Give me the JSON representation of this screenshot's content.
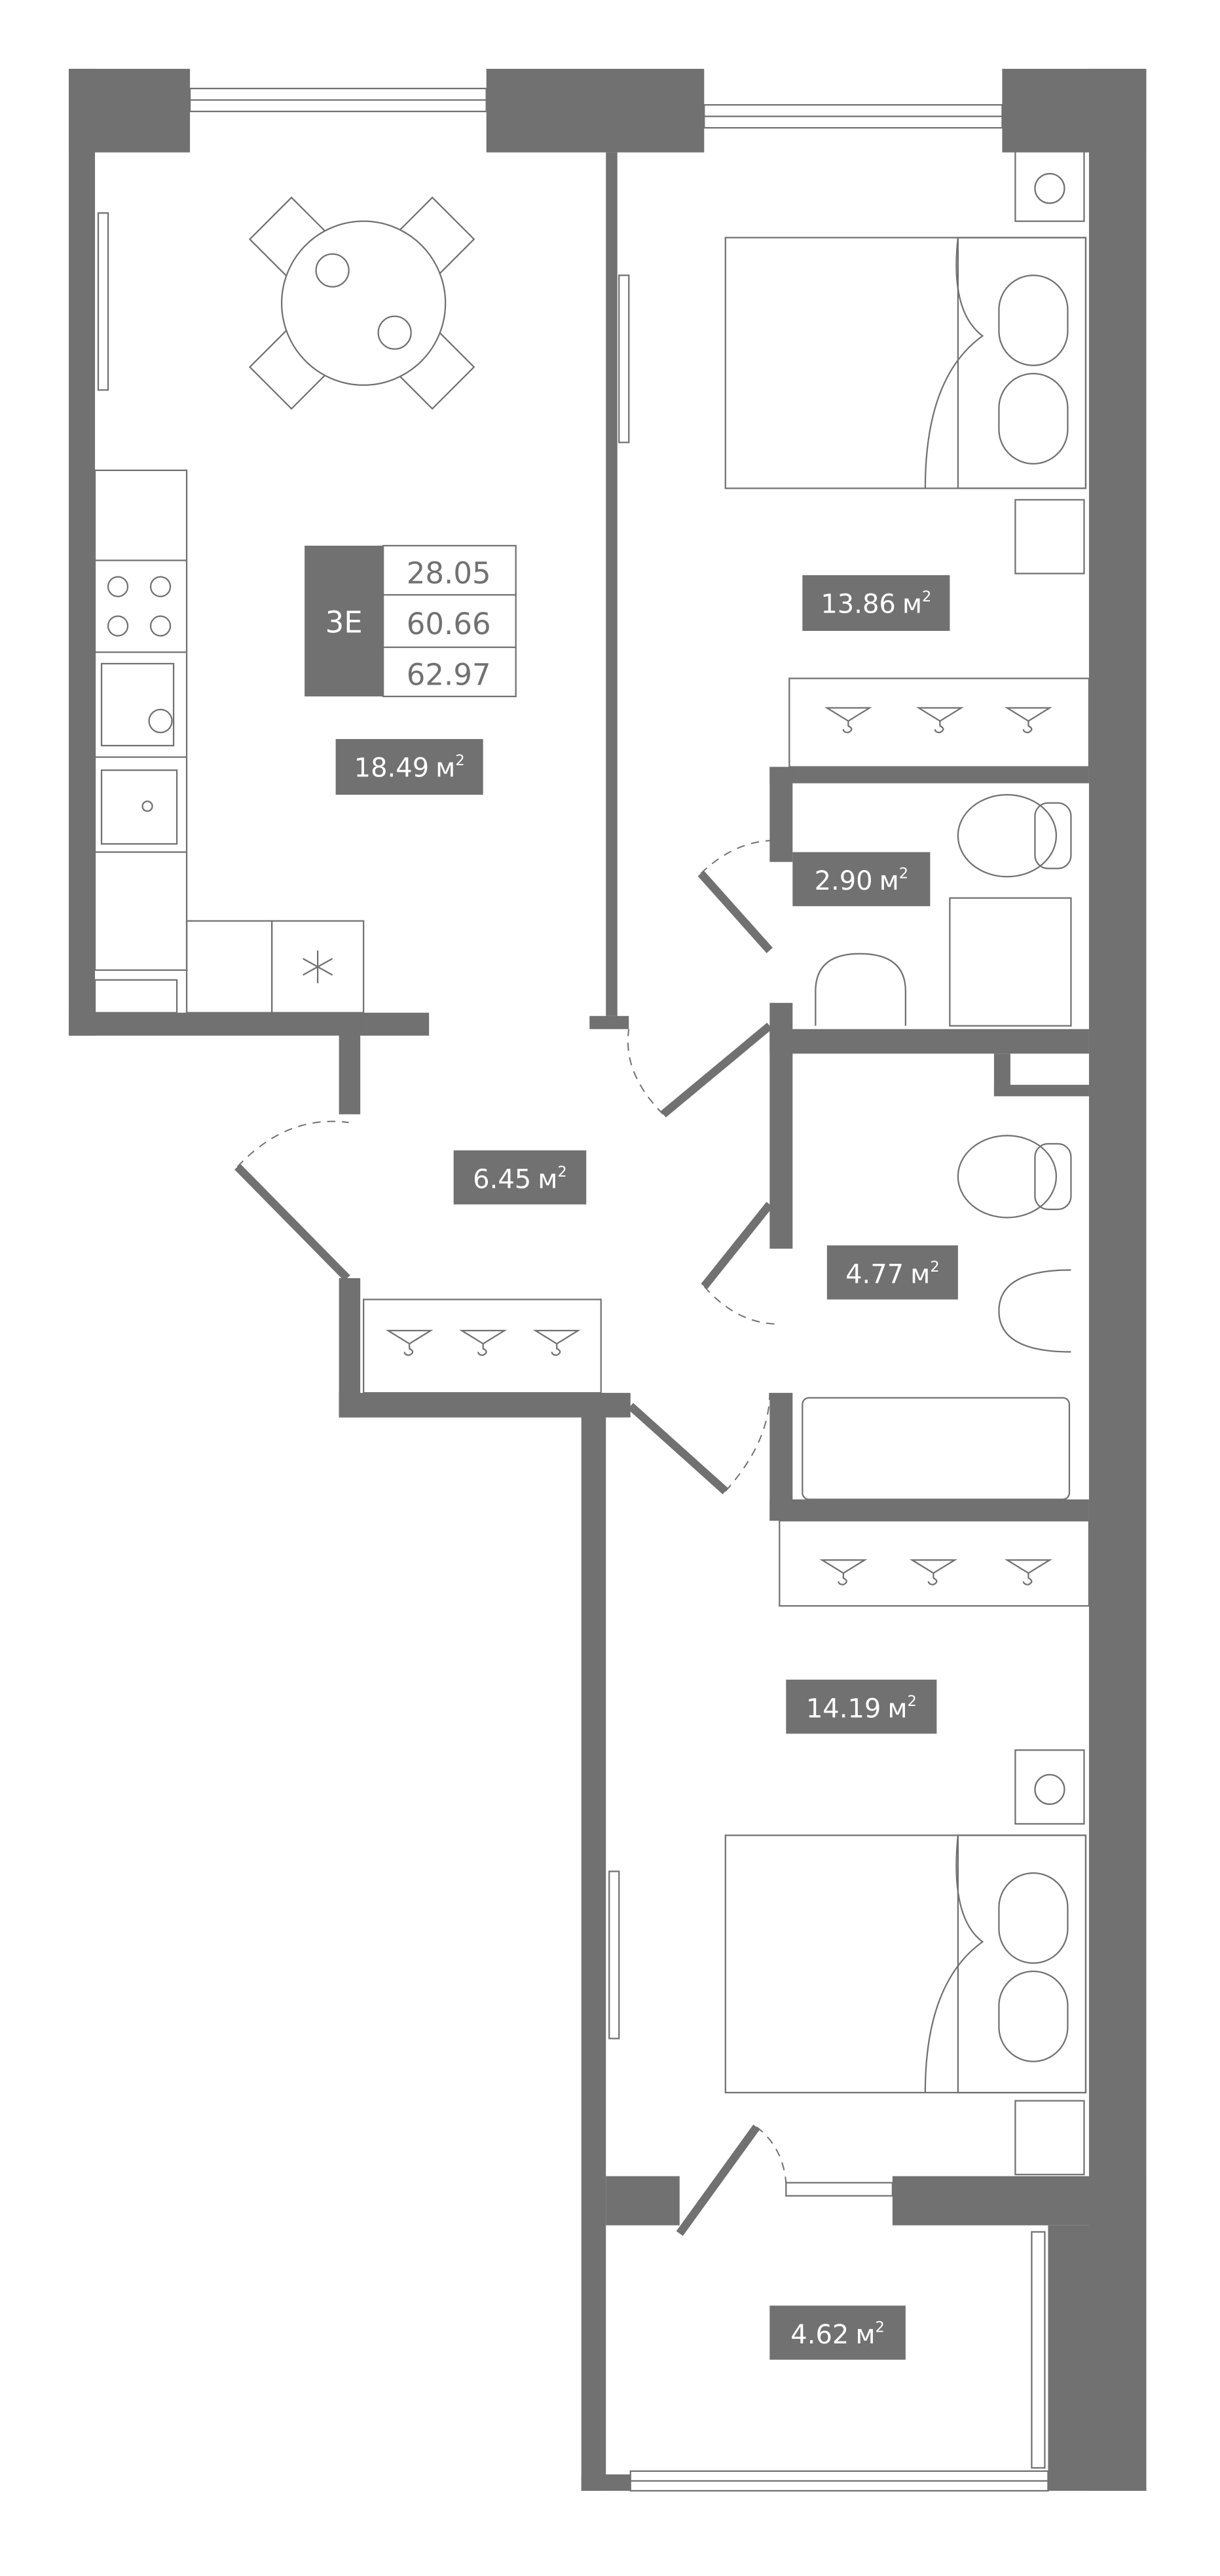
{
  "plan": {
    "unit": {
      "code": "3E",
      "areas": [
        "28.05",
        "60.66",
        "62.97"
      ]
    },
    "area_unit": "м",
    "area_sup": "2",
    "rooms": [
      {
        "name": "kitchen-living",
        "area": "18.49"
      },
      {
        "name": "bedroom-1",
        "area": "13.86"
      },
      {
        "name": "bathroom-1",
        "area": "2.90"
      },
      {
        "name": "hallway",
        "area": "6.45"
      },
      {
        "name": "bathroom-2",
        "area": "4.77"
      },
      {
        "name": "bedroom-2",
        "area": "14.19"
      },
      {
        "name": "balcony",
        "area": "4.62"
      }
    ],
    "colors": {
      "wall": "#717171",
      "background": "#ffffff"
    }
  }
}
